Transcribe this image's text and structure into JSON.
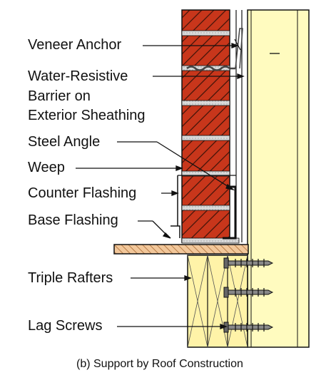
{
  "labels": {
    "veneer_anchor": "Veneer Anchor",
    "wrb_line1": "Water-Resistive",
    "wrb_line2": "Barrier on",
    "wrb_line3": "Exterior Sheathing",
    "steel_angle": "Steel Angle",
    "weep": "Weep",
    "counter_flashing": "Counter Flashing",
    "base_flashing": "Base Flashing",
    "triple_rafters": "Triple Rafters",
    "lag_screws": "Lag Screws"
  },
  "caption": "(b) Support by Roof Construction",
  "colors": {
    "brick": "#c8361b",
    "mortar": "#d9d9d9",
    "sheathing": "#fffbbf",
    "rafter": "#fff3a8",
    "roof_deck": "#f2c79a",
    "line": "#111111"
  }
}
